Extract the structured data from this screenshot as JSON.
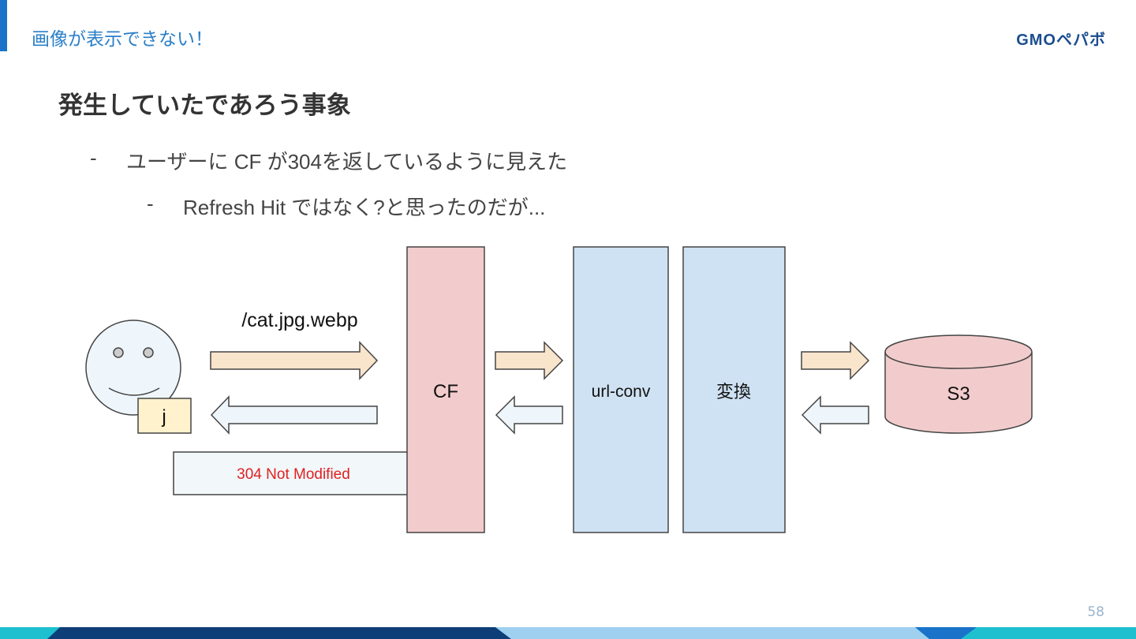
{
  "header": {
    "section_title": "画像が表示できない！",
    "logo_text": "GMOペパボ"
  },
  "slide": {
    "title": "発生していたであろう事象",
    "bullets": [
      {
        "dash": "-",
        "text": "ユーザーに CF が304を返しているように見えた"
      },
      {
        "dash": "-",
        "text": "Refresh Hit ではなく?と思ったのだが..."
      }
    ]
  },
  "diagram": {
    "request_label": "/cat.jpg.webp",
    "cached_label": "j",
    "response_label": "304 Not Modified",
    "nodes": {
      "cf": "CF",
      "url_conv": "url-conv",
      "transform": "変換",
      "s3": "S3"
    }
  },
  "colors": {
    "accent": "#1a73c8",
    "cf_fill": "#f2cccc",
    "conv_fill": "#cfe2f3",
    "arrow_request": "#f9e4cc",
    "arrow_response": "#eef6fb",
    "cache_fill": "#fff2cc",
    "response_text": "#e02020"
  },
  "footer": {
    "page_number": "58"
  }
}
